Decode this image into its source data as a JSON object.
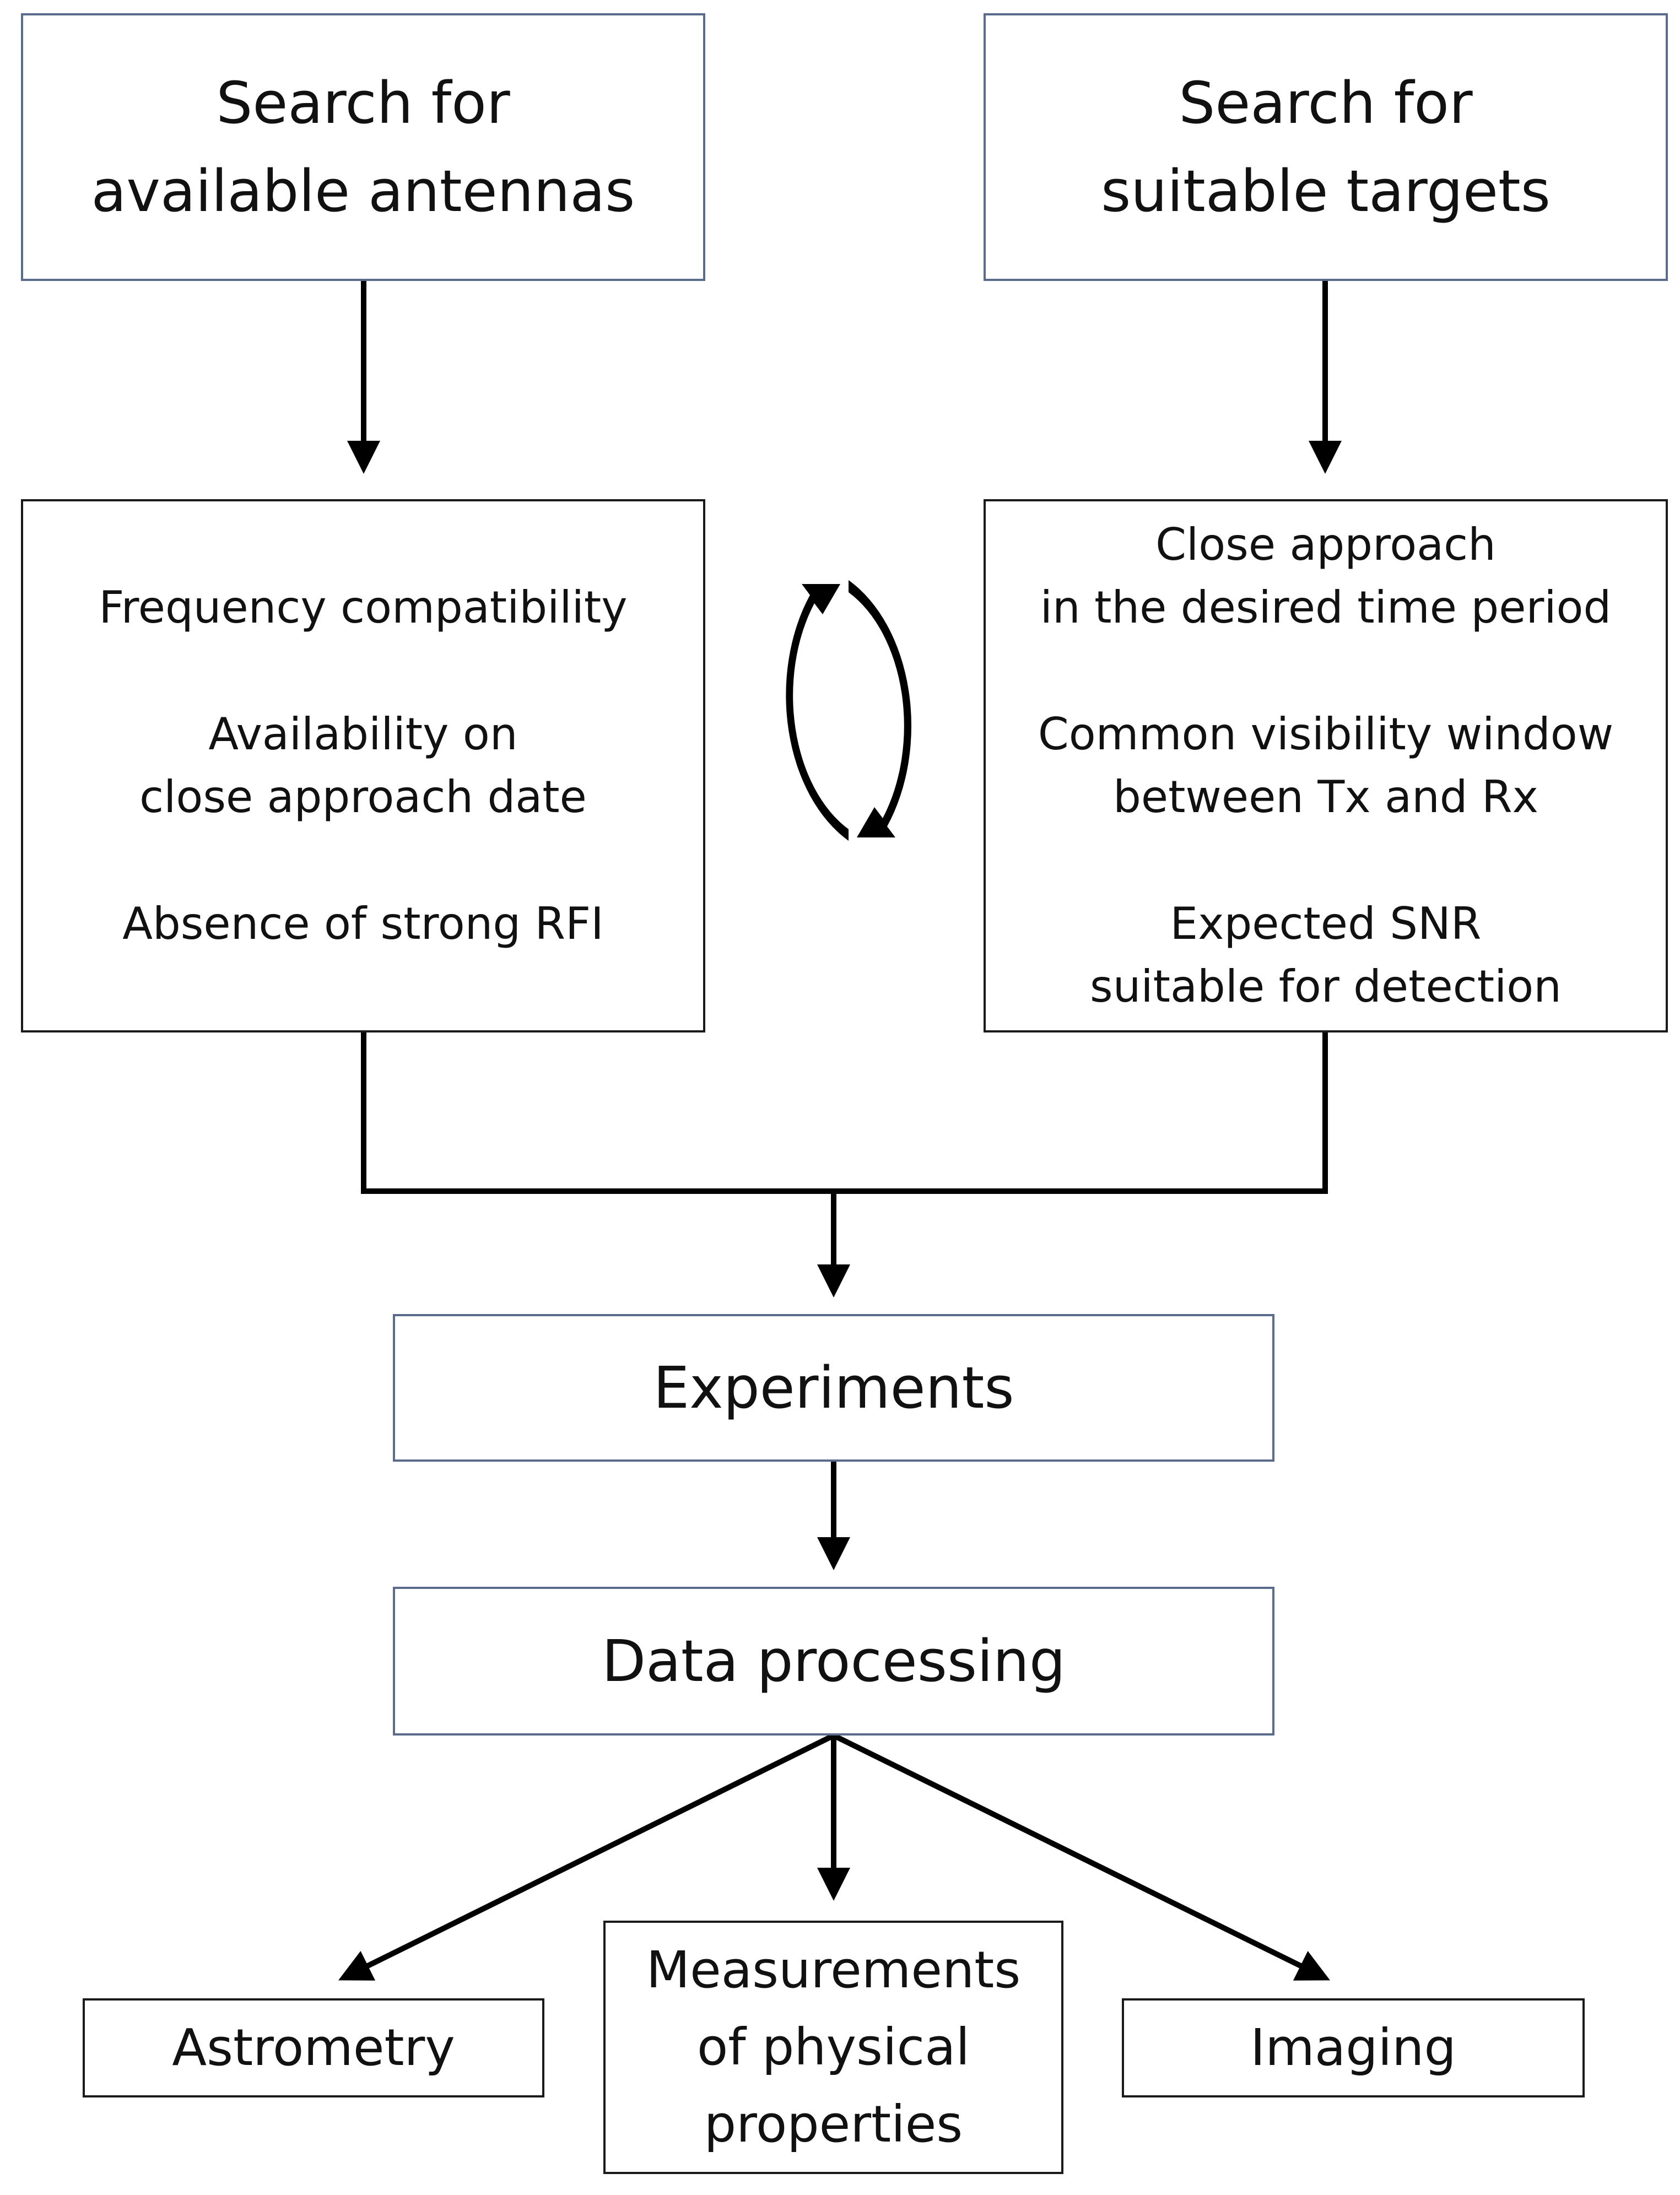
{
  "top_left": {
    "line1": "Search for",
    "line2": "available antennas"
  },
  "top_right": {
    "line1": "Search for",
    "line2": "suitable targets"
  },
  "antenna_criteria": [
    [
      "Frequency compatibility"
    ],
    [
      "Availability on",
      "close approach date"
    ],
    [
      "Absence of strong RFI"
    ]
  ],
  "target_criteria": [
    [
      "Close approach",
      "in the desired time period"
    ],
    [
      "Common visibility window",
      "between Tx and Rx"
    ],
    [
      "Expected SNR",
      "suitable for detection"
    ]
  ],
  "experiments": "Experiments",
  "data_processing": "Data processing",
  "outputs": {
    "astrometry": "Astrometry",
    "measurements": [
      "Measurements",
      "of physical",
      "properties"
    ],
    "imaging": "Imaging"
  }
}
